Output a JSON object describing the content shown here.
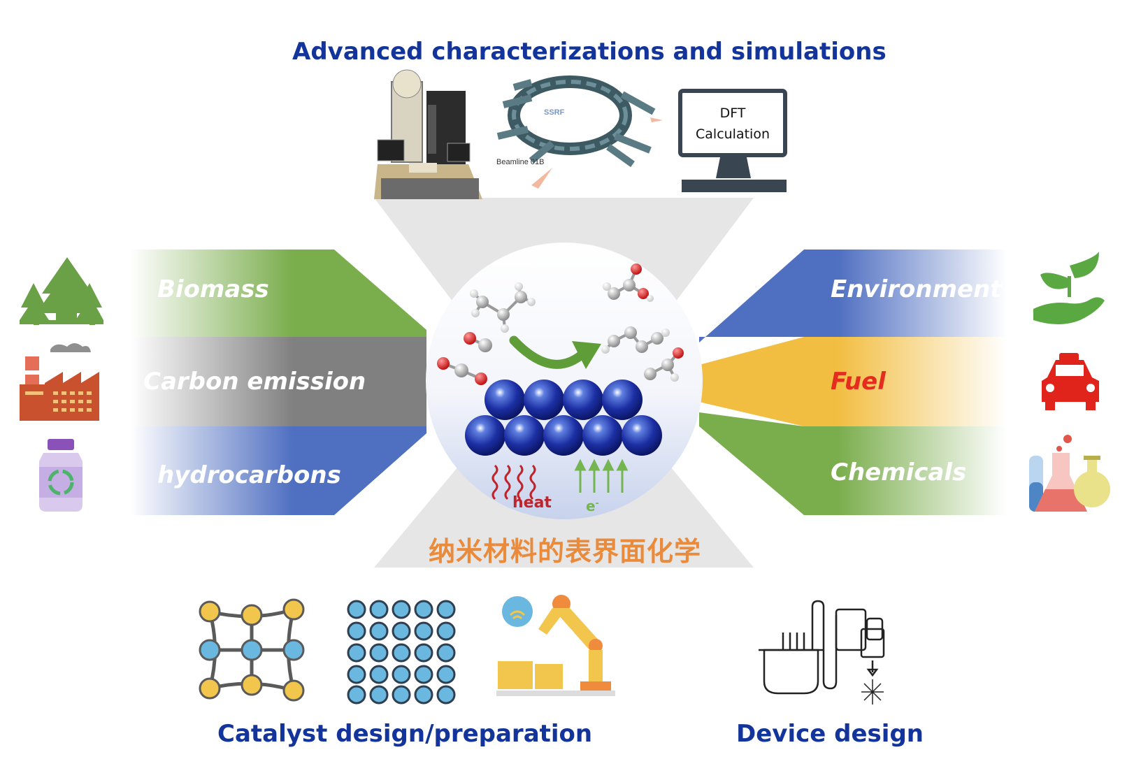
{
  "top": {
    "title": "Advanced characterizations and simulations",
    "synchrotron_label": "SSRF",
    "beamline_label": "Beamline 01B",
    "dft_label_line1": "DFT",
    "dft_label_line2": "Calculation"
  },
  "left_bands": [
    {
      "label": "Biomass",
      "color": "#7aad4c"
    },
    {
      "label": "Carbon emission",
      "color": "#808080"
    },
    {
      "label": "hydrocarbons",
      "color": "#4f6fc1"
    }
  ],
  "right_bands": [
    {
      "label": "Environment",
      "color": "#4f6fc1",
      "text_color": "#ffffff"
    },
    {
      "label": "Fuel",
      "color": "#f2be42",
      "text_color": "#e52d1f"
    },
    {
      "label": "Chemicals",
      "color": "#7aad4c",
      "text_color": "#ffffff"
    }
  ],
  "center": {
    "heat_label": "heat",
    "electron_label": "e",
    "electron_sup": "-",
    "chinese_caption": "纳米材料的表界面化学"
  },
  "bottom": {
    "catalyst_title": "Catalyst design/preparation",
    "device_title": "Device design"
  },
  "icons": {
    "left": [
      "trees-icon",
      "factory-icon",
      "recycle-bottle-icon"
    ],
    "right": [
      "plant-in-hand-icon",
      "car-icon",
      "lab-flasks-icon"
    ],
    "top": [
      "electron-microscope-icon",
      "synchrotron-ring-icon",
      "computer-monitor-icon"
    ],
    "bottom": [
      "lattice-grid-icon",
      "chain-network-icon",
      "robot-arm-icon",
      "reactor-device-icon"
    ]
  },
  "colors": {
    "title_blue": "#13349a",
    "caption_orange": "#ea8a3b",
    "heat_red": "#c0232a",
    "electron_green": "#74b551"
  }
}
